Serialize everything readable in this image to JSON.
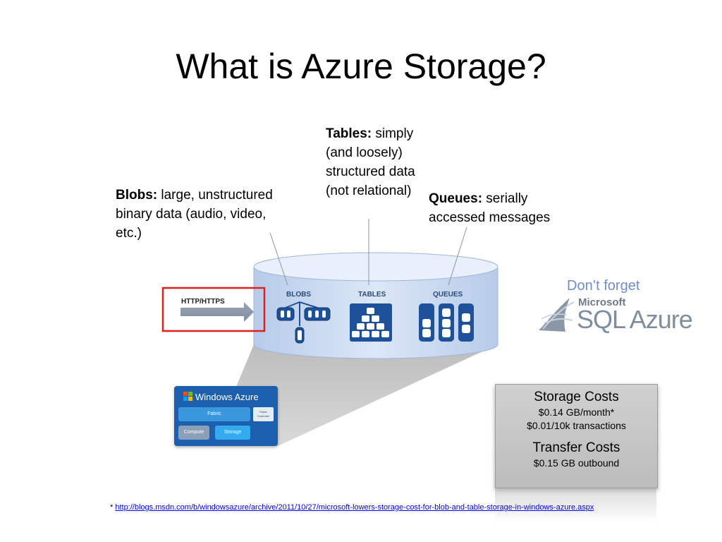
{
  "slide": {
    "title": "What is Azure Storage?"
  },
  "callouts": {
    "blobs": {
      "term": "Blobs:",
      "text": " large, unstructured binary data (audio, video, etc.)"
    },
    "tables": {
      "term": "Tables:",
      "text": " simply (and loosely) structured data (not relational)"
    },
    "queues": {
      "term": "Queues:",
      "text": " serially accessed messages"
    }
  },
  "diagram": {
    "http_label": "HTTP/HTTPS",
    "blobs_label": "BLOBS",
    "tables_label": "TABLES",
    "queues_label": "QUEUES",
    "cylinder_color": "#d0def3",
    "icon_color": "#1d5199",
    "highlight_color": "#e0201c"
  },
  "windows_azure": {
    "title": "Windows Azure",
    "fabric": "Fabric",
    "fabric_controller": "Fabric Controller",
    "compute": "Compute",
    "storage": "Storage"
  },
  "sql_azure": {
    "dont_forget": "Don’t forget",
    "microsoft": "Microsoft",
    "name": "SQL Azure"
  },
  "costs": {
    "storage_heading": "Storage Costs",
    "storage_line1": "$0.14 GB/month*",
    "storage_line2": "$0.01/10k transactions",
    "transfer_heading": "Transfer Costs",
    "transfer_line1": "$0.15 GB outbound"
  },
  "footnote": {
    "marker": "* ",
    "url": "http://blogs.msdn.com/b/windowsazure/archive/2011/10/27/microsoft-lowers-storage-cost-for-blob-and-table-storage-in-windows-azure.aspx"
  }
}
